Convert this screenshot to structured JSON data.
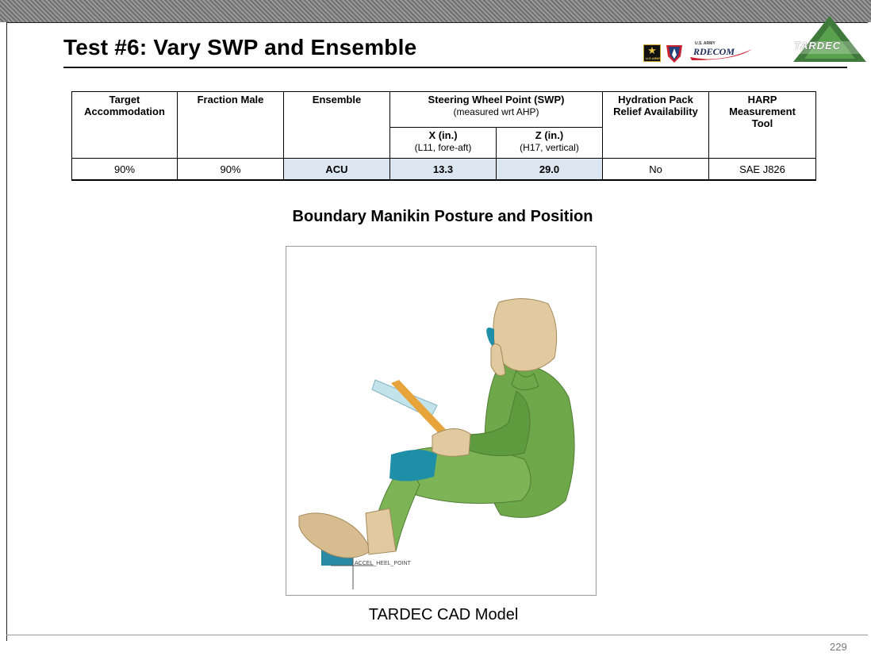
{
  "slide": {
    "title": "Test #6: Vary SWP and Ensemble",
    "page_number": "229"
  },
  "logos": {
    "army_text": "U.S.ARMY",
    "rdecom_sub": "U.S. ARMY",
    "rdecom_text": "RDECOM",
    "tardec_text": "TARDEC"
  },
  "table": {
    "headers": {
      "target": [
        "Target",
        "Accommodation"
      ],
      "fraction": "Fraction Male",
      "ensemble": "Ensemble",
      "swp": "Steering Wheel Point (SWP)",
      "swp_sub": "(measured wrt AHP)",
      "x": "X (in.)",
      "x_sub": "(L11, fore-aft)",
      "z": "Z (in.)",
      "z_sub": "(H17, vertical)",
      "hydration": [
        "Hydration Pack",
        "Relief Availability"
      ],
      "harp": [
        "HARP",
        "Measurement",
        "Tool"
      ]
    },
    "row": {
      "target": "90%",
      "fraction": "90%",
      "ensemble": "ACU",
      "x": "13.3",
      "z": "29.0",
      "hydration": "No",
      "harp": "SAE J826"
    }
  },
  "figure": {
    "heading": "Boundary Manikin Posture and Position",
    "point_label": "ACCEL_HEEL_POINT",
    "caption": "TARDEC  CAD Model"
  },
  "colors": {
    "highlight_cell": "#dce6f1",
    "uniform_green": "#6fa84a",
    "skin_tan": "#e2caa0",
    "helmet_teal": "#1f8fa8",
    "steering_orange": "#e7a43a"
  }
}
